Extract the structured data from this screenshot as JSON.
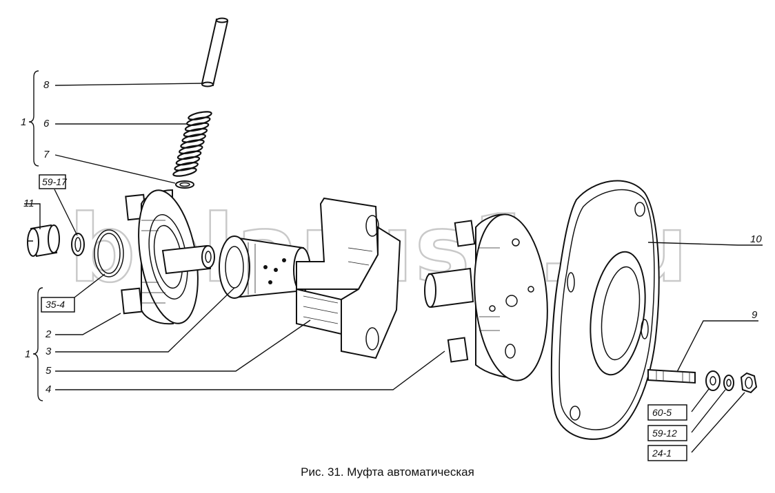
{
  "watermark": "bolarus1.ru",
  "caption": "Рис. 31. Муфта автоматическая",
  "callouts": {
    "n8": "8",
    "n6": "6",
    "n7": "7",
    "n1_top": "1",
    "n11": "11",
    "n2": "2",
    "n3": "3",
    "n5": "5",
    "n4": "4",
    "n1_bottom": "1",
    "n10": "10",
    "n9": "9"
  },
  "references": {
    "r59_17": "59-17",
    "r35_4": "35-4",
    "r60_5": "60-5",
    "r59_12": "59-12",
    "r24_1": "24-1"
  }
}
